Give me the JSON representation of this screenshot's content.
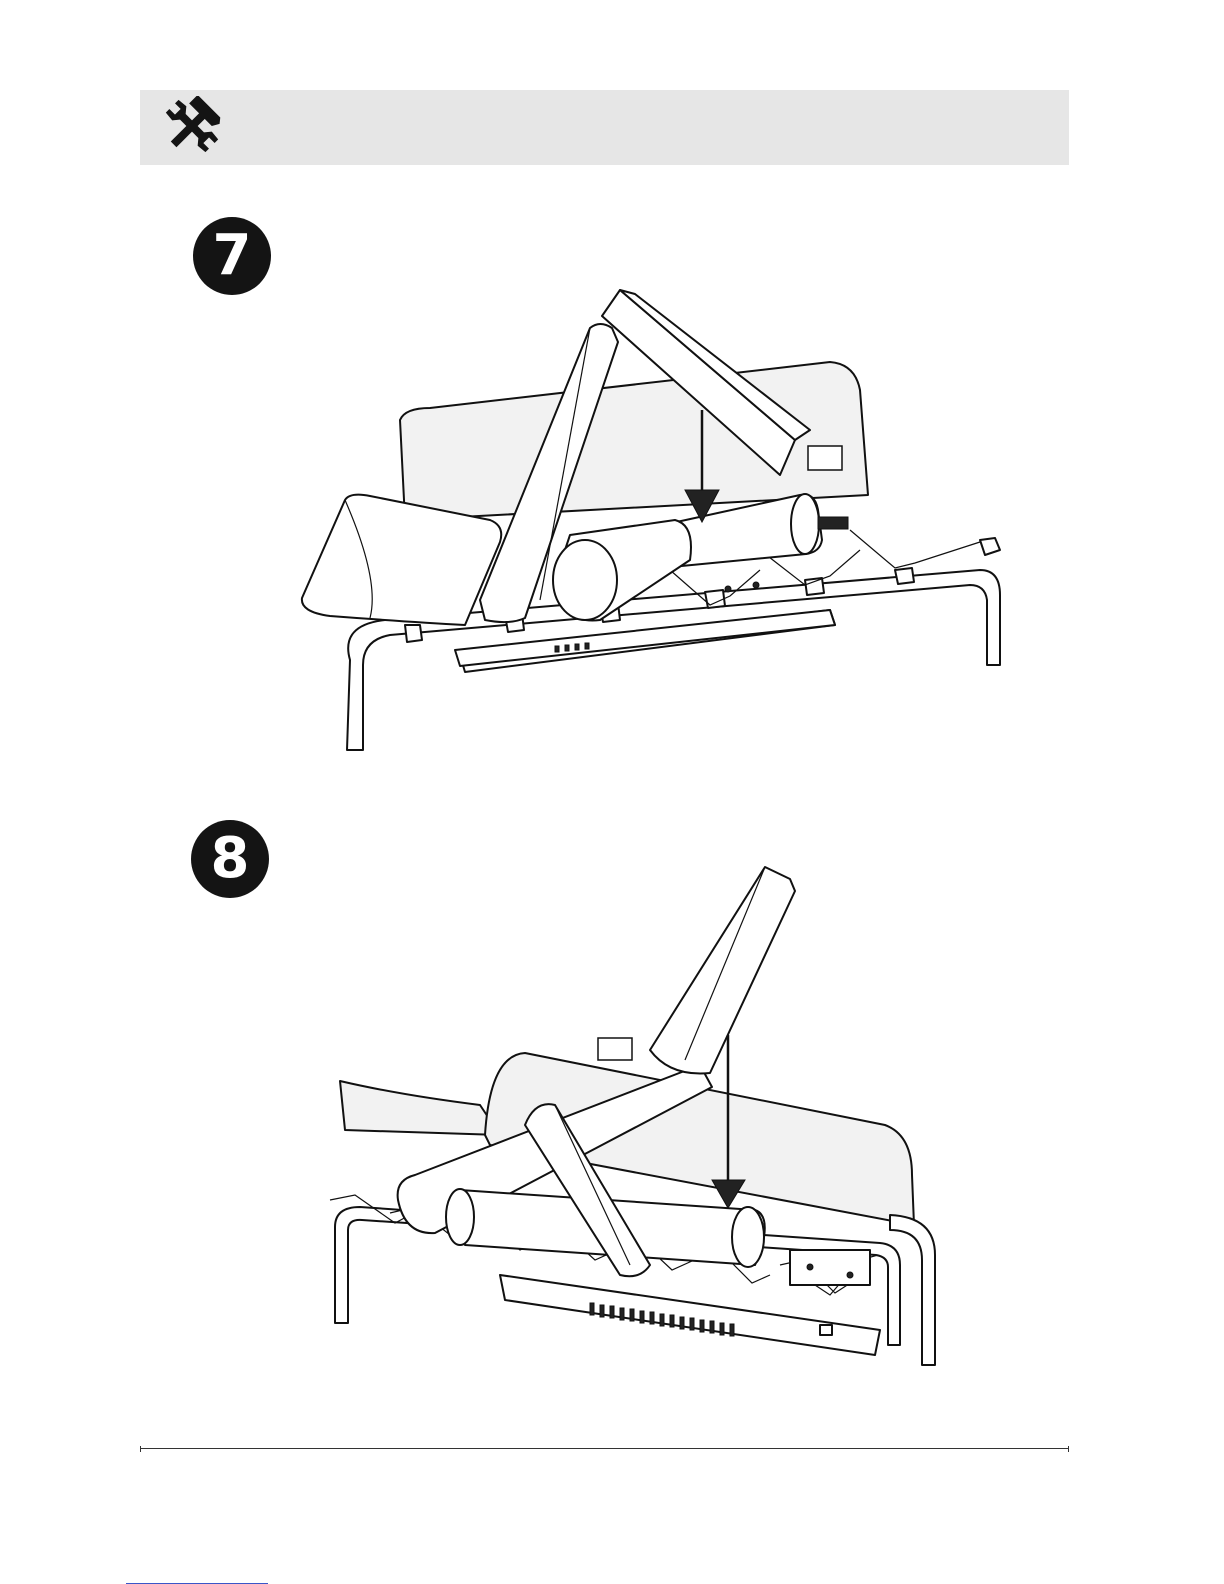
{
  "header": {
    "icon": "tools-icon",
    "color": "#e6e6e6"
  },
  "steps": [
    {
      "number": "7",
      "illustration": "log-placement-step-7",
      "callout_label": ""
    },
    {
      "number": "8",
      "illustration": "log-placement-step-8",
      "callout_label": ""
    }
  ]
}
